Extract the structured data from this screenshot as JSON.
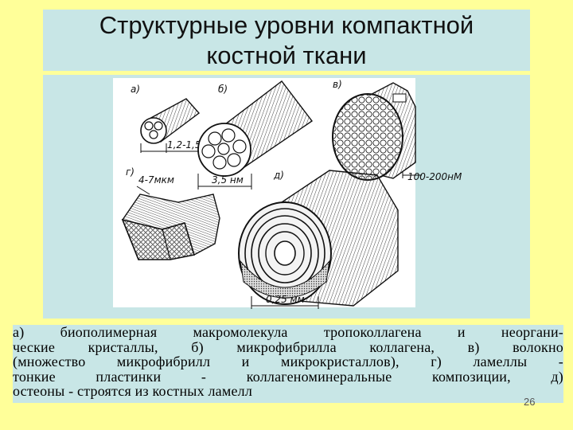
{
  "slide": {
    "title_lines": [
      "Структурные уровни компактной",
      "костной ткани"
    ],
    "figure": {
      "panel_labels": {
        "a": "а)",
        "b": "б)",
        "v": "в)",
        "g": "г)",
        "d": "д)"
      },
      "dimensions": {
        "a": "1,2-1,5 нм",
        "b": "3,5 нм",
        "v": "100-200нМ",
        "g": "4-7мкм",
        "d": "0,25 мм"
      }
    },
    "caption_lines": [
      "а) биополимерная макромолекула тропоколлагена и неоргани-",
      "ческие кристаллы, б) микрофибрилла коллагена, в) волокно",
      "(множество микрофибрилл и микрокристаллов), г) ламеллы -",
      "тонкие пластинки - коллагеноминеральные композиции, д)",
      "остеоны - строятся из костных ламелл"
    ],
    "page_number": "26"
  }
}
